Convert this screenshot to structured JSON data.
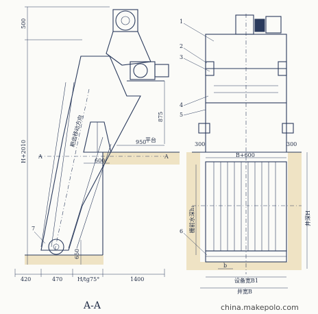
{
  "section_title": "A-A",
  "watermark": "china.makepolo.com",
  "left_view": {
    "dim_top": "500",
    "dim_total_height": "H+2010",
    "dim_875": "875",
    "dim_950": "950",
    "dim_600": "600",
    "dim_650": "650",
    "dim_bottom_420": "420",
    "dim_bottom_470": "470",
    "dim_bottom_htan": "H/tg75°",
    "dim_bottom_1400": "1400",
    "platform_label": "平台",
    "motion_label": "耙齿移动方向",
    "section_marker": "A",
    "callout_7": "7"
  },
  "right_view": {
    "callouts": [
      "1",
      "2",
      "3",
      "4",
      "5",
      "6"
    ],
    "dim_b600": "B+600",
    "dim_300_left": "300",
    "dim_300_right": "300",
    "well_depth": "井深H",
    "water_depth": "栅前水深h₁",
    "dim_b_small": "b",
    "equipment_width": "设备宽B1",
    "well_width": "井宽B"
  }
}
